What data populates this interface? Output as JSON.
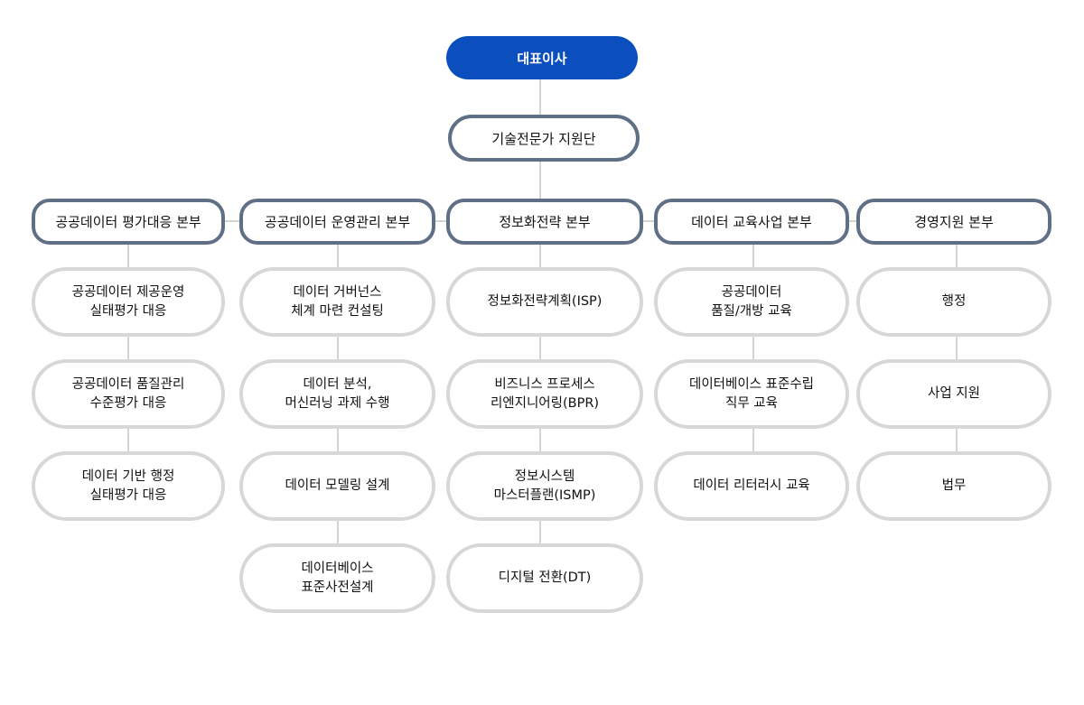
{
  "ceo": "대표이사",
  "support": "기술전문가 지원단",
  "divisions": [
    {
      "name": "공공데이터 평가대응 본부",
      "tasks": [
        "공공데이터 제공운영\n실태평가 대응",
        "공공데이터 품질관리\n수준평가 대응",
        "데이터 기반 행정\n실태평가 대응"
      ]
    },
    {
      "name": "공공데이터 운영관리 본부",
      "tasks": [
        "데이터 거버넌스\n체계 마련 컨설팅",
        "데이터 분석,\n머신러닝 과제 수행",
        "데이터 모델링 설계",
        "데이터베이스\n표준사전설계"
      ]
    },
    {
      "name": "정보화전략 본부",
      "tasks": [
        "정보화전략계획(ISP)",
        "비즈니스 프로세스\n리엔지니어링(BPR)",
        "정보시스템\n마스터플랜(ISMP)",
        "디지털 전환(DT)"
      ]
    },
    {
      "name": "데이터 교육사업 본부",
      "tasks": [
        "공공데이터\n품질/개방 교육",
        "데이터베이스 표준수립\n직무 교육",
        "데이터 리터러시 교육"
      ]
    },
    {
      "name": "경영지원 본부",
      "tasks": [
        "행정",
        "사업 지원",
        "법무"
      ]
    }
  ]
}
